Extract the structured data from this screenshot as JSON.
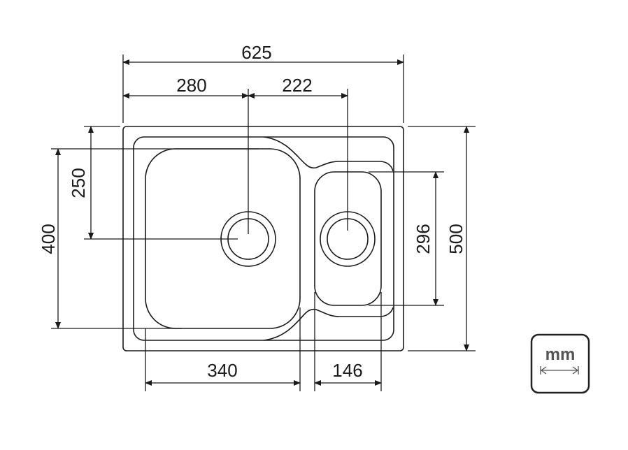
{
  "dimensions": {
    "overall_width": "625",
    "left_drain_offset": "280",
    "drain_spacing": "222",
    "left_drain_from_top": "250",
    "large_bowl_depth": "400",
    "small_bowl_depth": "296",
    "overall_depth": "500",
    "large_bowl_width": "340",
    "small_bowl_width": "146"
  },
  "unit_badge": {
    "label": "mm"
  }
}
